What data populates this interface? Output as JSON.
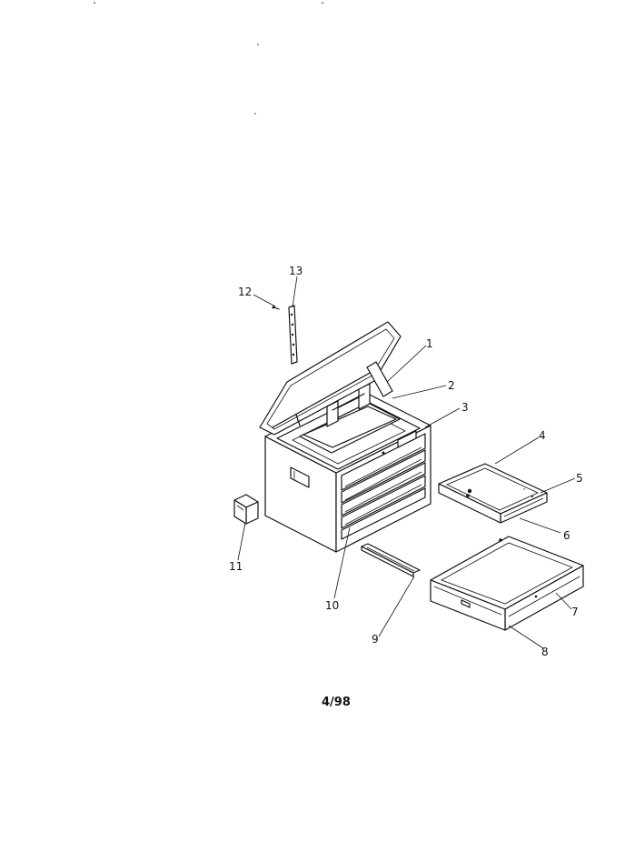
{
  "diagram": {
    "footer": "4/98",
    "callouts": [
      {
        "id": "1",
        "text": "1"
      },
      {
        "id": "2",
        "text": "2"
      },
      {
        "id": "3",
        "text": "3"
      },
      {
        "id": "4",
        "text": "4"
      },
      {
        "id": "5",
        "text": "5"
      },
      {
        "id": "6",
        "text": "6"
      },
      {
        "id": "7",
        "text": "7"
      },
      {
        "id": "8",
        "text": "8"
      },
      {
        "id": "9",
        "text": "9"
      },
      {
        "id": "10",
        "text": "10"
      },
      {
        "id": "11",
        "text": "11"
      },
      {
        "id": "12",
        "text": "12"
      },
      {
        "id": "13",
        "text": "13"
      }
    ]
  }
}
